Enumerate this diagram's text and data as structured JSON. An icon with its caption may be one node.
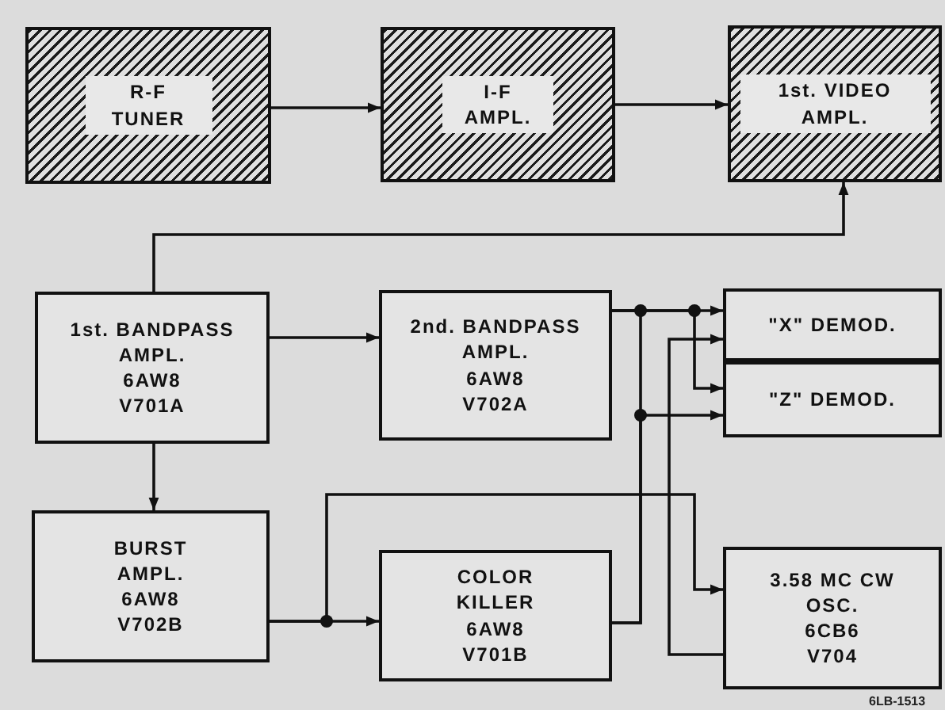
{
  "diagram": {
    "nodes": [
      {
        "text": [
          "R-F TUNER"
        ]
      },
      {
        "text": [
          "I-F AMPL."
        ]
      },
      {
        "text": [
          "1st. VIDEO AMPL."
        ]
      },
      {
        "text": [
          "1st. BANDPASS AMPL.",
          "6AW8",
          "V701A"
        ]
      },
      {
        "text": [
          "2nd. BANDPASS AMPL.",
          "6AW8",
          "V702A"
        ]
      },
      {
        "text": [
          "\"X\" DEMOD."
        ]
      },
      {
        "text": [
          "\"Z\" DEMOD."
        ]
      },
      {
        "text": [
          "BURST AMPL.",
          "6AW8",
          "V702B"
        ]
      },
      {
        "text": [
          "COLOR KILLER",
          "6AW8",
          "V701B"
        ]
      },
      {
        "text": [
          "3.58 MC CW OSC.",
          "6CB6",
          "V704"
        ]
      }
    ],
    "edges": [
      {
        "from": 0,
        "to": 1,
        "arrow": "to"
      },
      {
        "from": 1,
        "to": 2,
        "arrow": "to"
      },
      {
        "from": 3,
        "to": 2,
        "arrow": "to"
      },
      {
        "from": 3,
        "to": 4,
        "arrow": "to"
      },
      {
        "from": 3,
        "to": 7,
        "arrow": "to"
      },
      {
        "from": 4,
        "to": 5,
        "arrow": "to"
      },
      {
        "from": 4,
        "to": 6,
        "arrow": "to"
      },
      {
        "from": 8,
        "to": 6,
        "arrow": "to"
      },
      {
        "from": 8,
        "to": 4,
        "arrow": "none"
      },
      {
        "from": 9,
        "to": 5,
        "arrow": "to"
      },
      {
        "from": 7,
        "to": 8,
        "arrow": "to"
      },
      {
        "from": 7,
        "to": 9,
        "arrow": "to"
      }
    ],
    "labels": [
      "6LB-1513"
    ]
  }
}
